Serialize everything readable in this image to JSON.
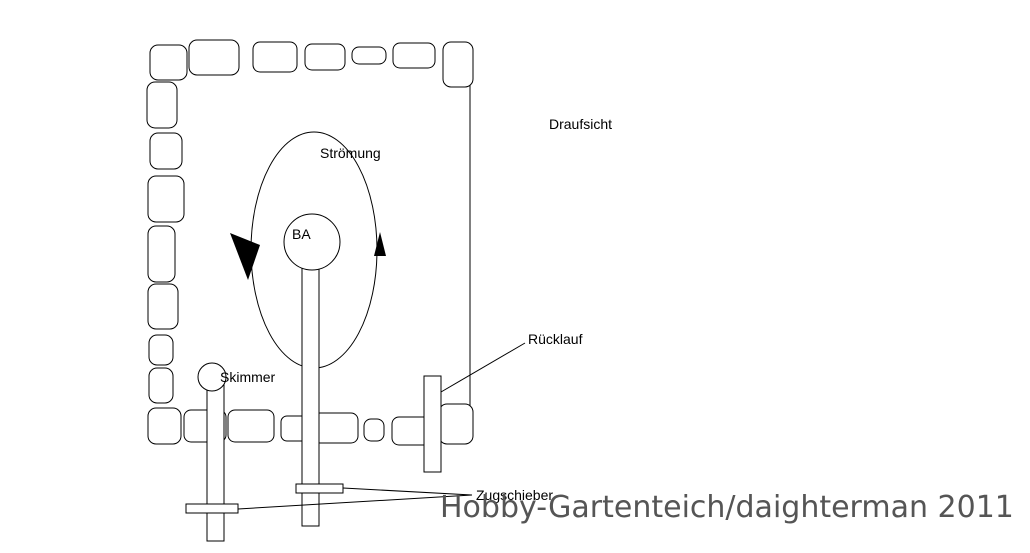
{
  "labels": {
    "view": "Draufsicht",
    "flow": "Strömung",
    "bottom_drain": "BA",
    "return": "Rücklauf",
    "skimmer": "Skimmer",
    "slide_valve": "Zugschieber"
  },
  "watermark": "Hobby-Gartenteich/daighterman 2011"
}
